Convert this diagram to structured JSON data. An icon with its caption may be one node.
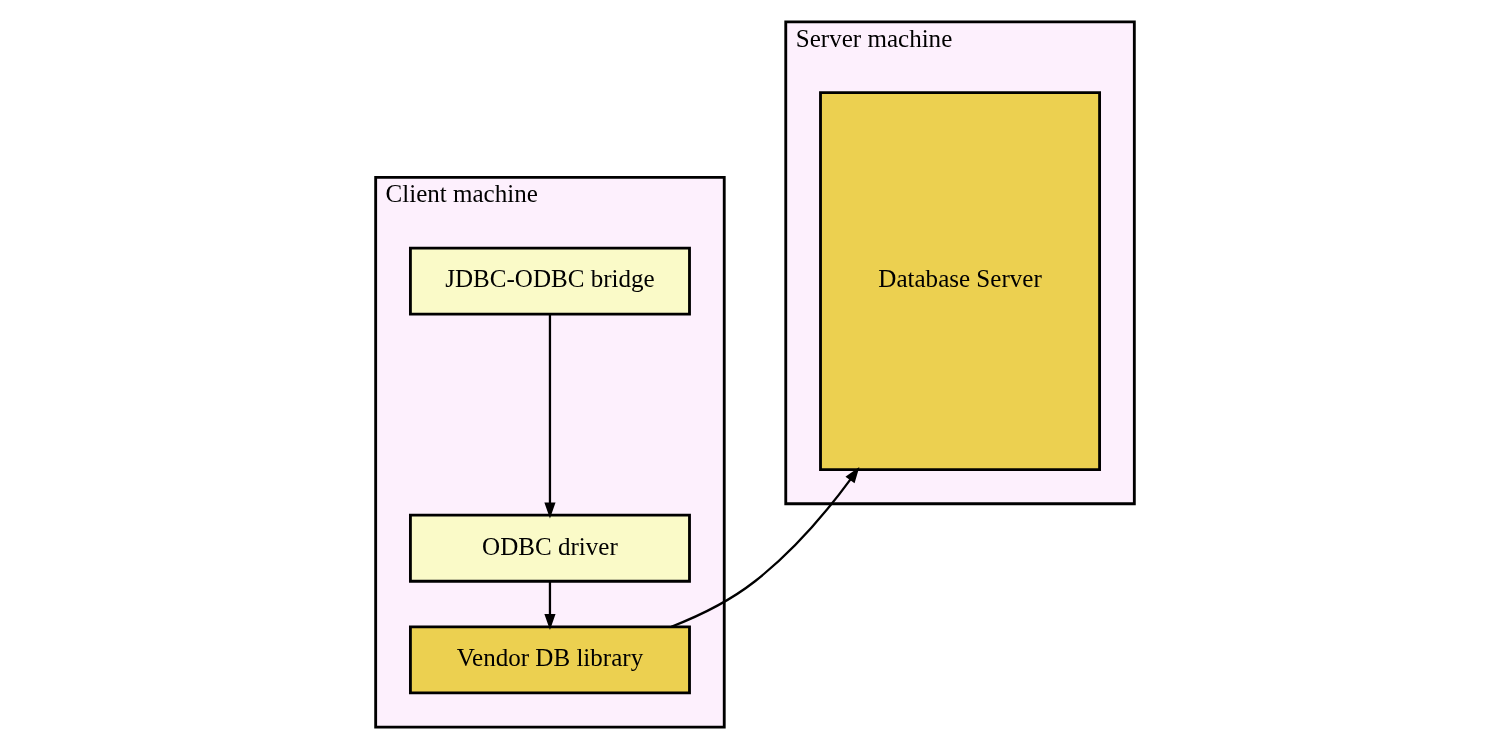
{
  "diagram": {
    "nodes": [
      {
        "text": [
          "Client machine"
        ]
      },
      {
        "text": [
          "JDBC-ODBC bridge"
        ],
        "in": 0
      },
      {
        "text": [
          "ODBC driver"
        ],
        "in": 0
      },
      {
        "text": [
          "Vendor DB library"
        ],
        "in": 0
      },
      {
        "text": [
          "Server machine"
        ]
      },
      {
        "text": [
          "Database Server"
        ],
        "in": 4
      }
    ],
    "edges": [
      {
        "from": 1,
        "to": 2,
        "arrow": "to"
      },
      {
        "from": 2,
        "to": 3,
        "arrow": "to"
      },
      {
        "from": 3,
        "to": 5,
        "arrow": "to"
      }
    ]
  }
}
